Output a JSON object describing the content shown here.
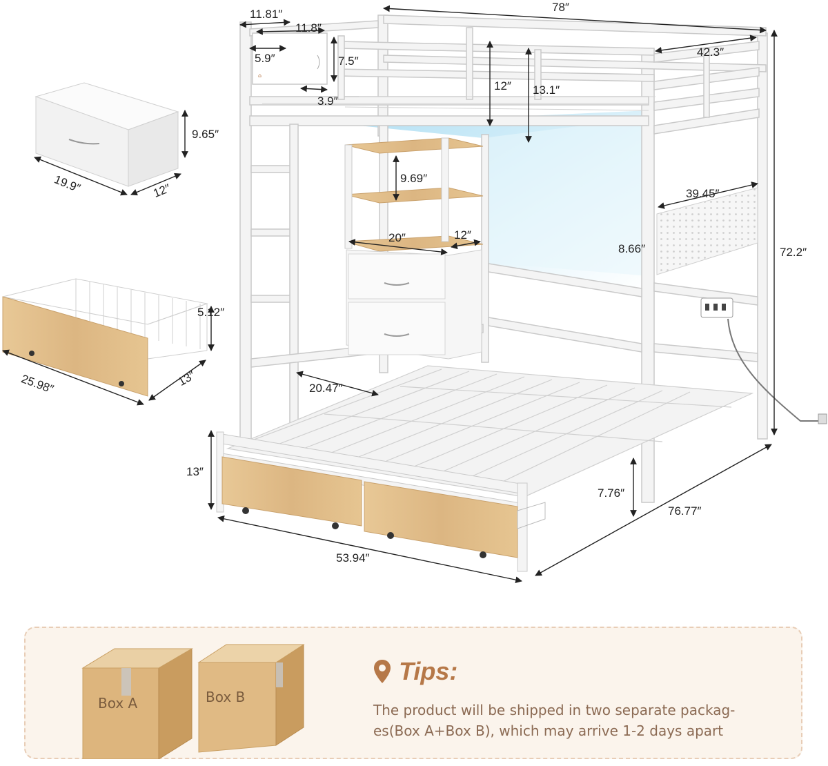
{
  "dimensions": {
    "bed_length": "78″",
    "bed_width": "42.3″",
    "height_total": "72.2″",
    "pouch_width": "11.81″",
    "pouch_length": "11.8″",
    "pouch_pocket": "5.9″",
    "pouch_height": "7.5″",
    "pouch_bottom": "3.9″",
    "guardrail_height": "12″",
    "rail_height": "13.1″",
    "shelf_spacing": "9.69″",
    "shelf_width": "20″",
    "shelf_depth": "12″",
    "pegboard_width": "39.45″",
    "pegboard_height": "8.66″",
    "cabinet_clearance": "20.47″",
    "lower_bed_width": "53.94″",
    "lower_bed_length": "76.77″",
    "footboard_height": "13″",
    "under_bed_clearance": "7.76″",
    "fabric_drawer_height": "9.65″",
    "fabric_drawer_width": "19.9″",
    "fabric_drawer_depth": "12″",
    "wire_drawer_height": "5.12″",
    "wire_drawer_width": "25.98″",
    "wire_drawer_depth": "13″"
  },
  "boxes": {
    "box_a": "Box A",
    "box_b": "Box B"
  },
  "tips": {
    "heading": "Tips:",
    "body": "The product will be shipped in two separate packag-es(Box A+Box B), which may arrive 1-2 days apart"
  },
  "colors": {
    "frame": "#f4f4f4",
    "frame_edge": "#c9c9c9",
    "wood": "#e2c190",
    "led_glow": "#bfe7f6",
    "accent": "#b67848",
    "panel_bg": "#fbf4ec",
    "box": "#ddb57d"
  },
  "icons": [
    "location-pin-icon",
    "shipping-box-icon",
    "power-strip-icon",
    "pillow-pouch-icon"
  ]
}
